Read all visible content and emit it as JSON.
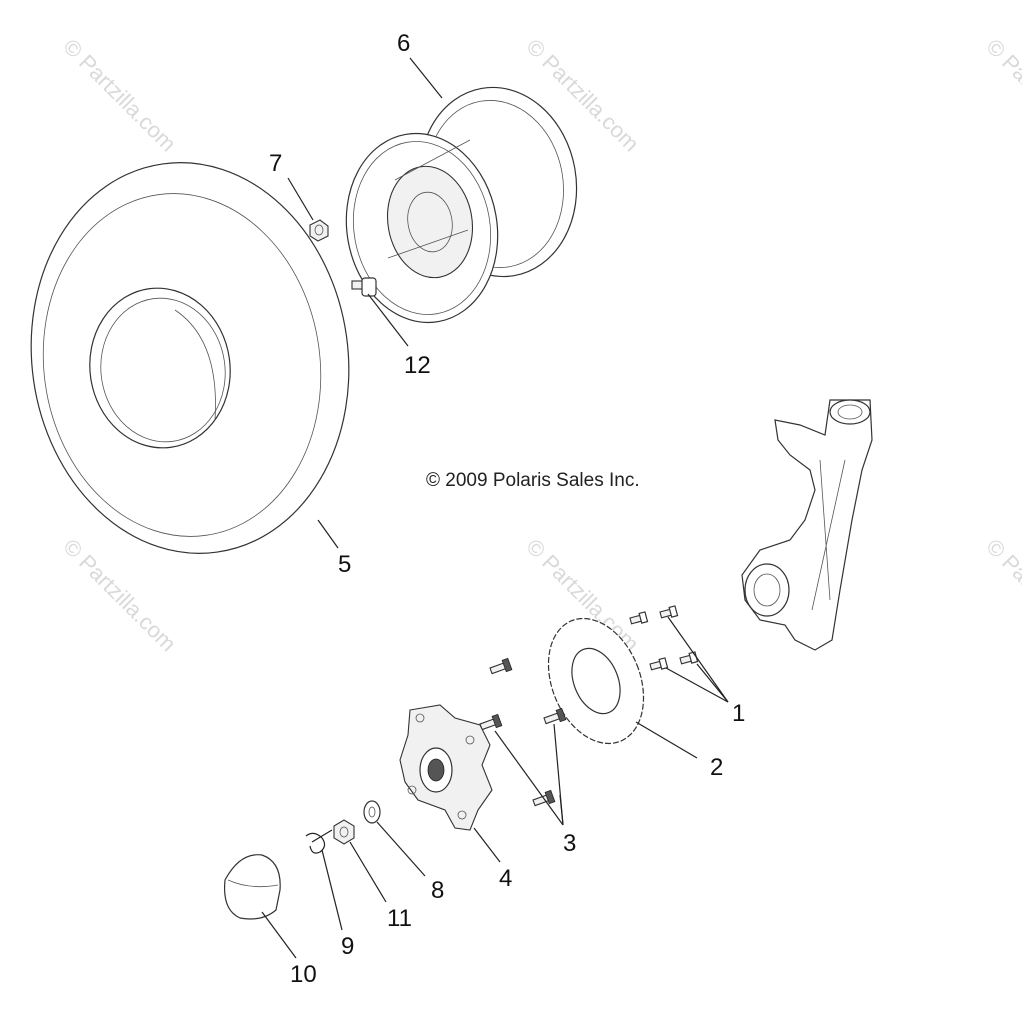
{
  "copyright": "© 2009 Polaris Sales Inc.",
  "watermark_text": "© Partzilla.com",
  "callouts": {
    "c1": "1",
    "c2": "2",
    "c3": "3",
    "c4": "4",
    "c5": "5",
    "c6": "6",
    "c7": "7",
    "c8": "8",
    "c9": "9",
    "c10": "10",
    "c11": "11",
    "c12": "12"
  }
}
